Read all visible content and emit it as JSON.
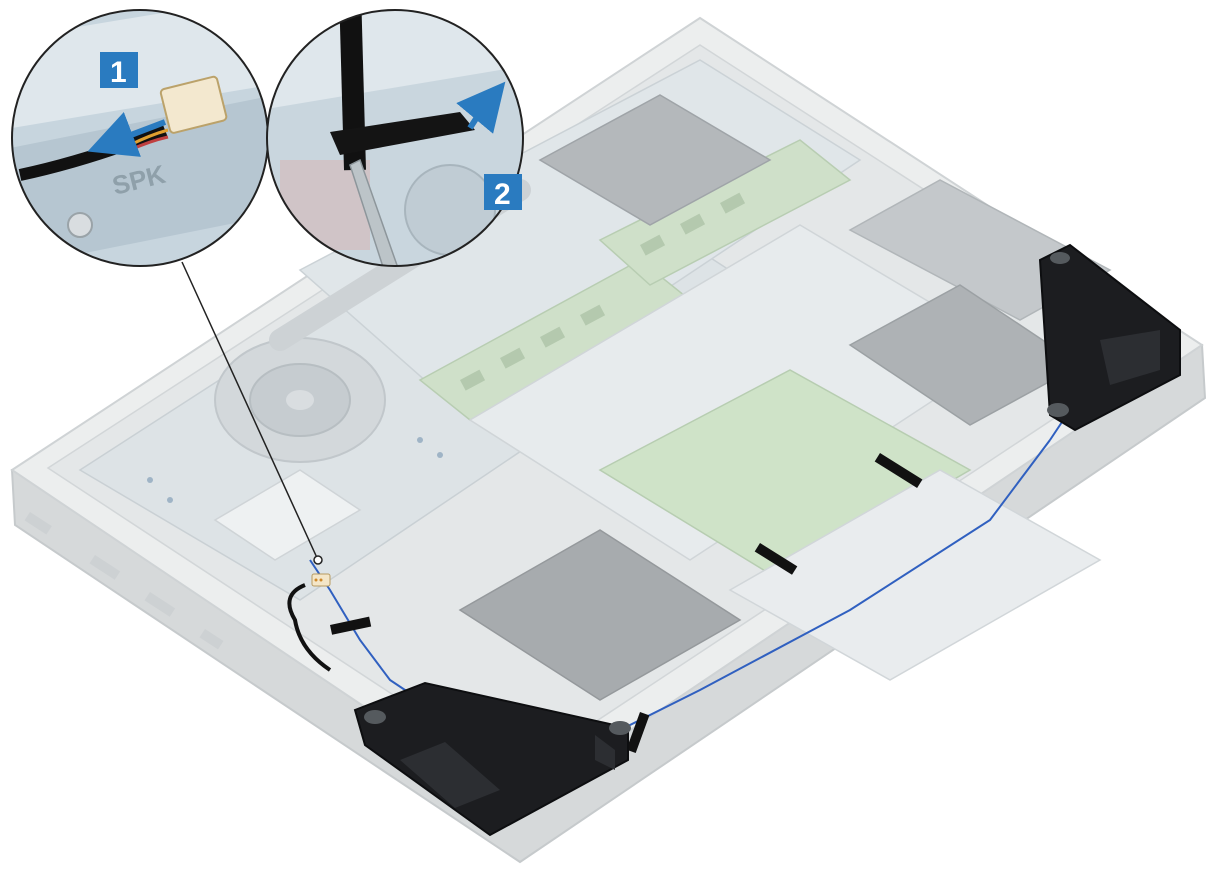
{
  "diagram": {
    "callouts": [
      {
        "number": "1"
      },
      {
        "number": "2"
      }
    ],
    "board_label": "SPK",
    "colors": {
      "callout_badge": "#2a7bc0",
      "action_arrow": "#2a7bc0",
      "speaker": "#1c1d20",
      "chassis": "#eceeee",
      "tape": "#111111",
      "cable": "#3060c0"
    },
    "icons": [
      "pry-tool-icon",
      "action-arrow-icon",
      "speaker-connector-icon"
    ]
  }
}
